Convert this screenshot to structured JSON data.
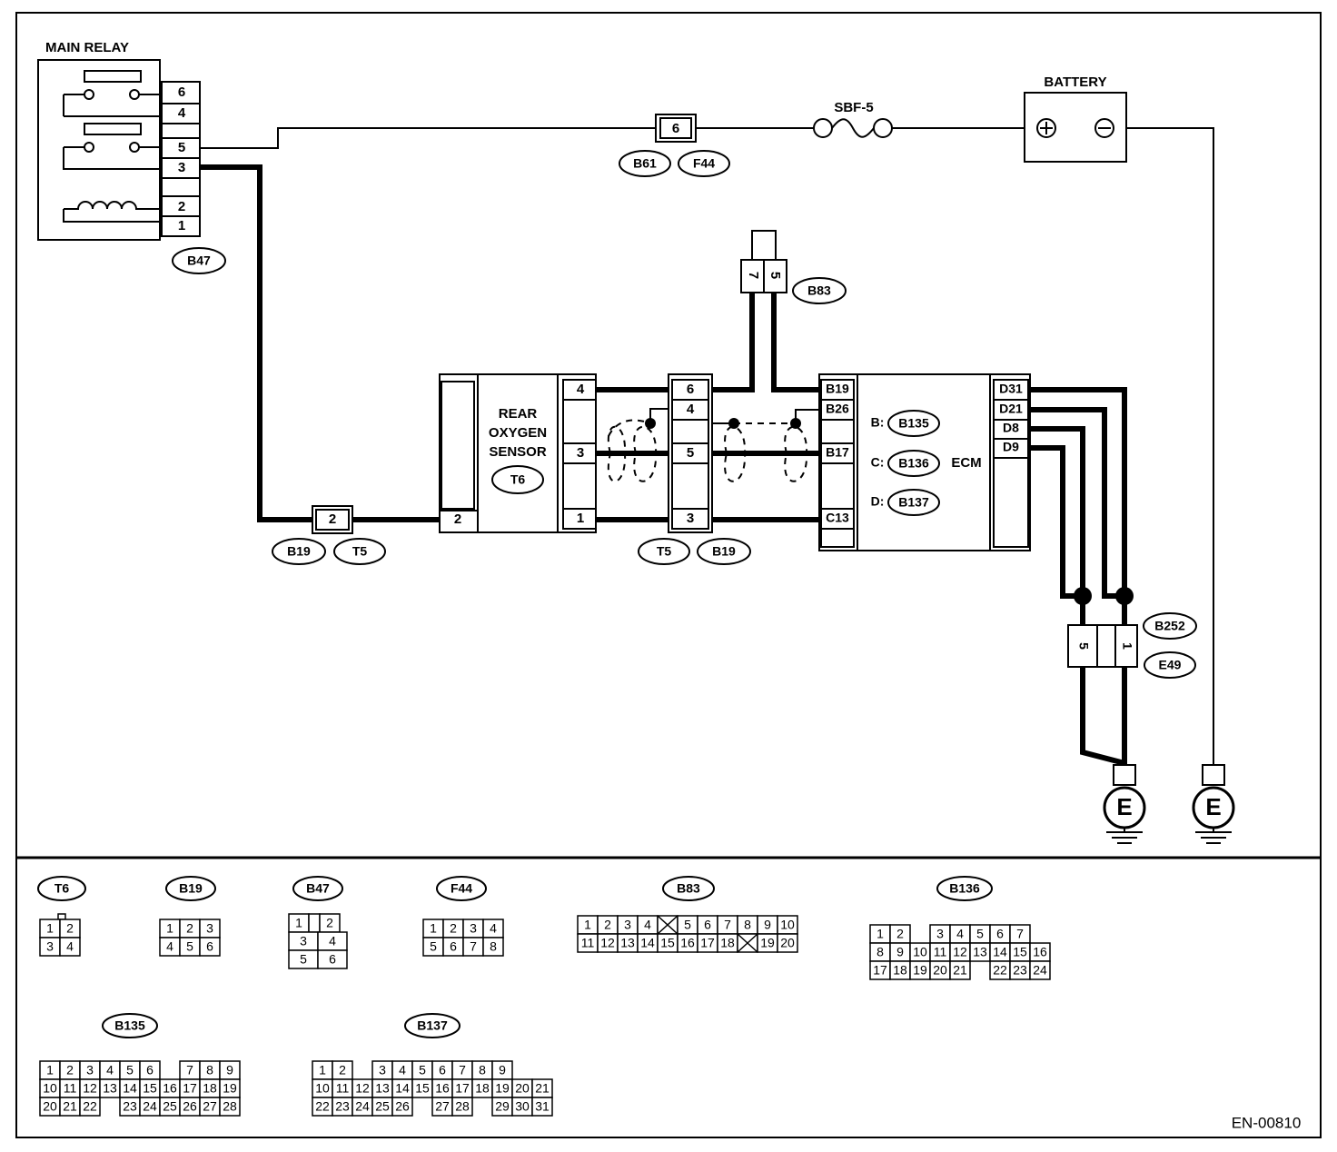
{
  "diagram_id": "EN-00810",
  "main_relay": {
    "title": "MAIN RELAY",
    "connector": "B47",
    "pins": [
      "6",
      "4",
      "5",
      "3",
      "2",
      "1"
    ]
  },
  "relay_connector_f": {
    "pin": "6",
    "labels": [
      "B61",
      "F44"
    ]
  },
  "fuse": "SBF-5",
  "battery": "BATTERY",
  "b83": {
    "id": "B83",
    "pins": [
      "7",
      "5"
    ]
  },
  "b19t5_left": {
    "pin": "2",
    "labels": [
      "B19",
      "T5"
    ]
  },
  "sensor": {
    "lines": [
      "REAR",
      "OXYGEN",
      "SENSOR"
    ],
    "connector": "T6",
    "left_pin": "2",
    "right_pins": [
      "4",
      "3",
      "1"
    ]
  },
  "t5b19_mid": {
    "pins": [
      "6",
      "4",
      "5",
      "3"
    ],
    "labels": [
      "T5",
      "B19"
    ]
  },
  "ecm": {
    "title": "ECM",
    "left_pins": [
      "B19",
      "B26",
      "B17",
      "C13"
    ],
    "right_pins": [
      "D31",
      "D21",
      "D8",
      "D9"
    ],
    "connectors": [
      {
        "prefix": "B:",
        "id": "B135"
      },
      {
        "prefix": "C:",
        "id": "B136"
      },
      {
        "prefix": "D:",
        "id": "B137"
      }
    ]
  },
  "ground_connector": {
    "pins": [
      "5",
      "1"
    ],
    "labels": [
      "B252",
      "E49"
    ]
  },
  "ground_symbol": "E",
  "legend": {
    "t6": {
      "id": "T6",
      "rows": [
        [
          "1",
          "2"
        ],
        [
          "3",
          "4"
        ]
      ]
    },
    "b19": {
      "id": "B19",
      "rows": [
        [
          "1",
          "2",
          "3"
        ],
        [
          "4",
          "5",
          "6"
        ]
      ]
    },
    "b47": {
      "id": "B47",
      "rows": [
        [
          "1",
          "",
          "2"
        ],
        [
          "3",
          "4"
        ],
        [
          "5",
          "6"
        ]
      ]
    },
    "f44": {
      "id": "F44",
      "rows": [
        [
          "1",
          "2",
          "3",
          "4"
        ],
        [
          "5",
          "6",
          "7",
          "8"
        ]
      ]
    },
    "b83": {
      "id": "B83",
      "rows": [
        [
          "1",
          "2",
          "3",
          "4",
          "",
          "5",
          "6",
          "7",
          "8",
          "9",
          "10"
        ],
        [
          "11",
          "12",
          "13",
          "14",
          "15",
          "16",
          "17",
          "18",
          "",
          "19",
          "20"
        ]
      ]
    },
    "b136": {
      "id": "B136",
      "rows": [
        [
          "1",
          "2",
          "",
          "3",
          "4",
          "5",
          "6",
          "7"
        ],
        [
          "8",
          "9",
          "10",
          "11",
          "12",
          "13",
          "14",
          "15",
          "16"
        ],
        [
          "17",
          "18",
          "19",
          "20",
          "21",
          "",
          "22",
          "23",
          "24"
        ]
      ]
    },
    "b135": {
      "id": "B135",
      "rows": [
        [
          "1",
          "2",
          "3",
          "4",
          "5",
          "6",
          "",
          "7",
          "8",
          "9"
        ],
        [
          "10",
          "11",
          "12",
          "13",
          "14",
          "15",
          "16",
          "17",
          "18",
          "19"
        ],
        [
          "20",
          "21",
          "22",
          "",
          "23",
          "24",
          "25",
          "26",
          "27",
          "28"
        ]
      ]
    },
    "b137": {
      "id": "B137",
      "rows": [
        [
          "1",
          "2",
          "",
          "3",
          "4",
          "5",
          "6",
          "7",
          "8",
          "9"
        ],
        [
          "10",
          "11",
          "12",
          "13",
          "14",
          "15",
          "16",
          "17",
          "18",
          "19",
          "20",
          "21"
        ],
        [
          "22",
          "23",
          "24",
          "25",
          "26",
          "",
          "27",
          "28",
          "",
          "29",
          "30",
          "31"
        ]
      ]
    }
  }
}
